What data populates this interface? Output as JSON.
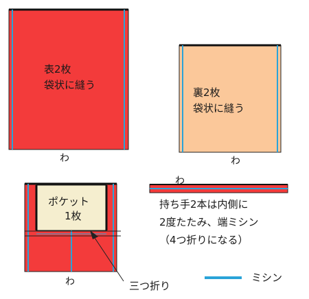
{
  "outer": {
    "label_line1": "表2枚",
    "label_line2": "袋状に縫う",
    "fold_mark": "わ"
  },
  "lining": {
    "label_line1": "裏2枚",
    "label_line2": "袋状に縫う",
    "fold_mark": "わ"
  },
  "pocket_piece": {
    "pocket_line1": "ポケット",
    "pocket_line2": "1枚",
    "fold_mark": "わ",
    "fold_note": "三つ折り"
  },
  "handle": {
    "fold_mark": "わ",
    "note_line1": "持ち手2本は内側に",
    "note_line2": "2度たたみ、端ミシン",
    "note_line3": "（4つ折りになる）"
  },
  "legend": {
    "stitch_label": "ミシン"
  },
  "colors": {
    "red": "#f33b3b",
    "peach": "#fbc89a",
    "cream": "#f5eecf",
    "stitch": "#2aa3d8",
    "outline": "#222222"
  }
}
